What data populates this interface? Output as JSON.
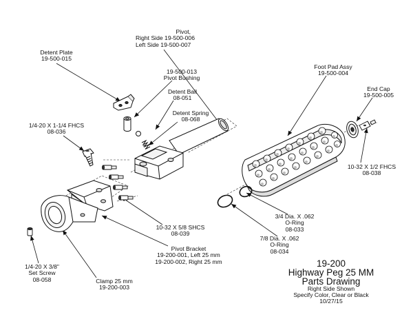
{
  "labels": {
    "pivot": [
      "Pivot,",
      "Right Side 19-500-006",
      "Left Side 19-500-007"
    ],
    "detent_plate": [
      "Detent Plate",
      "19-500-015"
    ],
    "pivot_bushing": [
      "19-500-013",
      "Pivot Bushing"
    ],
    "detent_ball": [
      "Detent Ball",
      "08-051"
    ],
    "detent_spring": [
      "Detent Spring",
      "08-068"
    ],
    "fhcs_long": [
      "1/4-20 X 1-1/4 FHCS",
      "08-036"
    ],
    "foot_pad": [
      "Foot Pad Assy",
      "19-500-004"
    ],
    "end_cap": [
      "End Cap",
      "19-500-005"
    ],
    "fhcs_short": [
      "10-32 X 1/2 FHCS",
      "08-038"
    ],
    "shcs": [
      "10-32 X 5/8 SHCS",
      "08-039"
    ],
    "oring_34": [
      "3/4 Dia. X .062",
      "O-Ring",
      "08-033"
    ],
    "oring_78": [
      "7/8 Dia. X .062",
      "O-Ring",
      "08-034"
    ],
    "pivot_bracket": [
      "Pivot Bracket",
      "19-200-001, Left 25 mm",
      "19-200-002, Right 25 mm"
    ],
    "set_screw": [
      "1/4-20 X 3/8\"",
      "Set Screw",
      "08-058"
    ],
    "clamp": [
      "Clamp 25 mm",
      "19-200-003"
    ]
  },
  "title_block": {
    "part_number": "19-200",
    "name": "Highway Peg 25 MM",
    "subtitle": "Parts Drawing",
    "note1": "Right Side Shown",
    "note2": "Specify Color, Clear or Black",
    "date": "10/27/15"
  }
}
